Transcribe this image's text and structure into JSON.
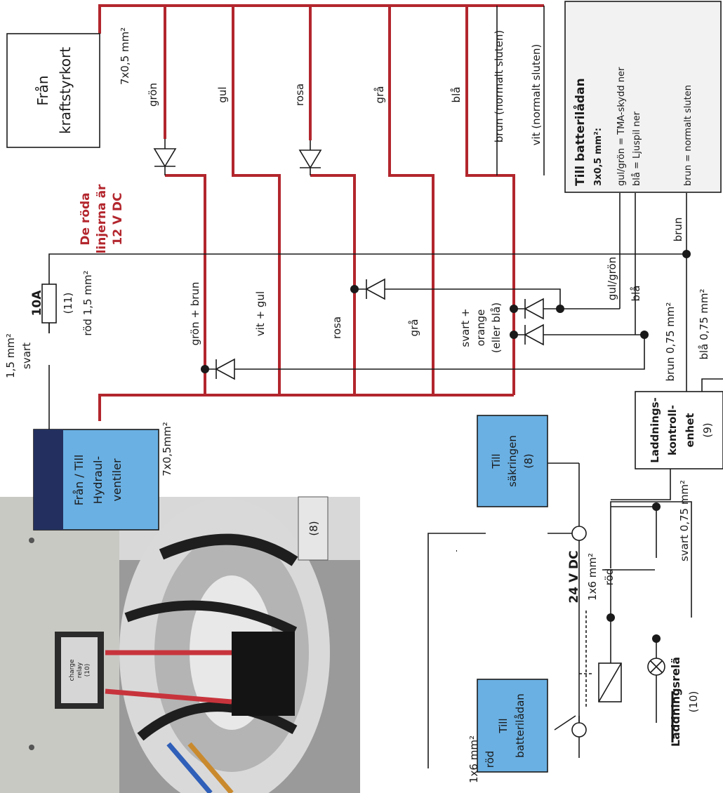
{
  "colors": {
    "red_line": "#b3262d",
    "blue_box": "#6ab0e3",
    "navy": "#23305f",
    "gray_box": "#f2f2f2",
    "black": "#1a1a1a"
  },
  "boxes": {
    "kraftstyrkort": [
      "Från",
      "kraftstyrkort"
    ],
    "hydraul": [
      "Från / Till",
      "Hydraul-",
      "ventiler"
    ],
    "sakringen": [
      "Till",
      "säkringen",
      "(8)"
    ],
    "batteriladan_left": [
      "Till",
      "batterilådan"
    ],
    "laddning": [
      "Laddnings-",
      "kontroll-",
      "enhet",
      "(9)"
    ],
    "batteriladan_info": {
      "title": "Till batterilådan",
      "spec": "3x0,5 mm²:",
      "lines": [
        "gul/grön = TMA-skydd ner",
        "blå = Ljuspil ner",
        "brun = normalt sluten"
      ]
    }
  },
  "note": [
    "De röda",
    "linjerna är",
    "12 V DC"
  ],
  "labels": {
    "cable_top": "7x0,5 mm²",
    "cable_bottom": "7x0,5mm²",
    "gron": "grön",
    "gul": "gul",
    "rosa": "rosa",
    "gra": "grå",
    "bla": "blå",
    "brun_ns": "brun (normalt sluten)",
    "vit_ns": "vit (normalt sluten)",
    "gron_brun": "grön + brun",
    "vit_gul": "vit + gul",
    "rosa_mid": "rosa",
    "gra_mid": "grå",
    "svart_orange": [
      "svart +",
      "orange",
      "(eller blå)"
    ],
    "gul_gron": "gul/grön",
    "bla_wire": "blå",
    "brun_wire": "brun",
    "brun_075": "brun 0,75 mm²",
    "bla_075": "blå  0,75 mm²",
    "svart_075": "svart 0,75 mm²",
    "fuse_amp": "10A",
    "fuse_num": "(11)",
    "rod_15": "röd 1,5 mm²",
    "svart_15": [
      "1,5 mm²",
      "svart"
    ],
    "dc24": "24 V DC",
    "rod_6_right": [
      "1x6 mm²",
      "röd"
    ],
    "rod_6_left": [
      "1x6 mm²",
      "röd"
    ],
    "rela": "Laddningsrelä",
    "rela_num": "(10)"
  },
  "photo": {
    "relay_label": [
      "charge",
      "relay",
      "(10)"
    ],
    "fuse_marker": "(8)"
  }
}
